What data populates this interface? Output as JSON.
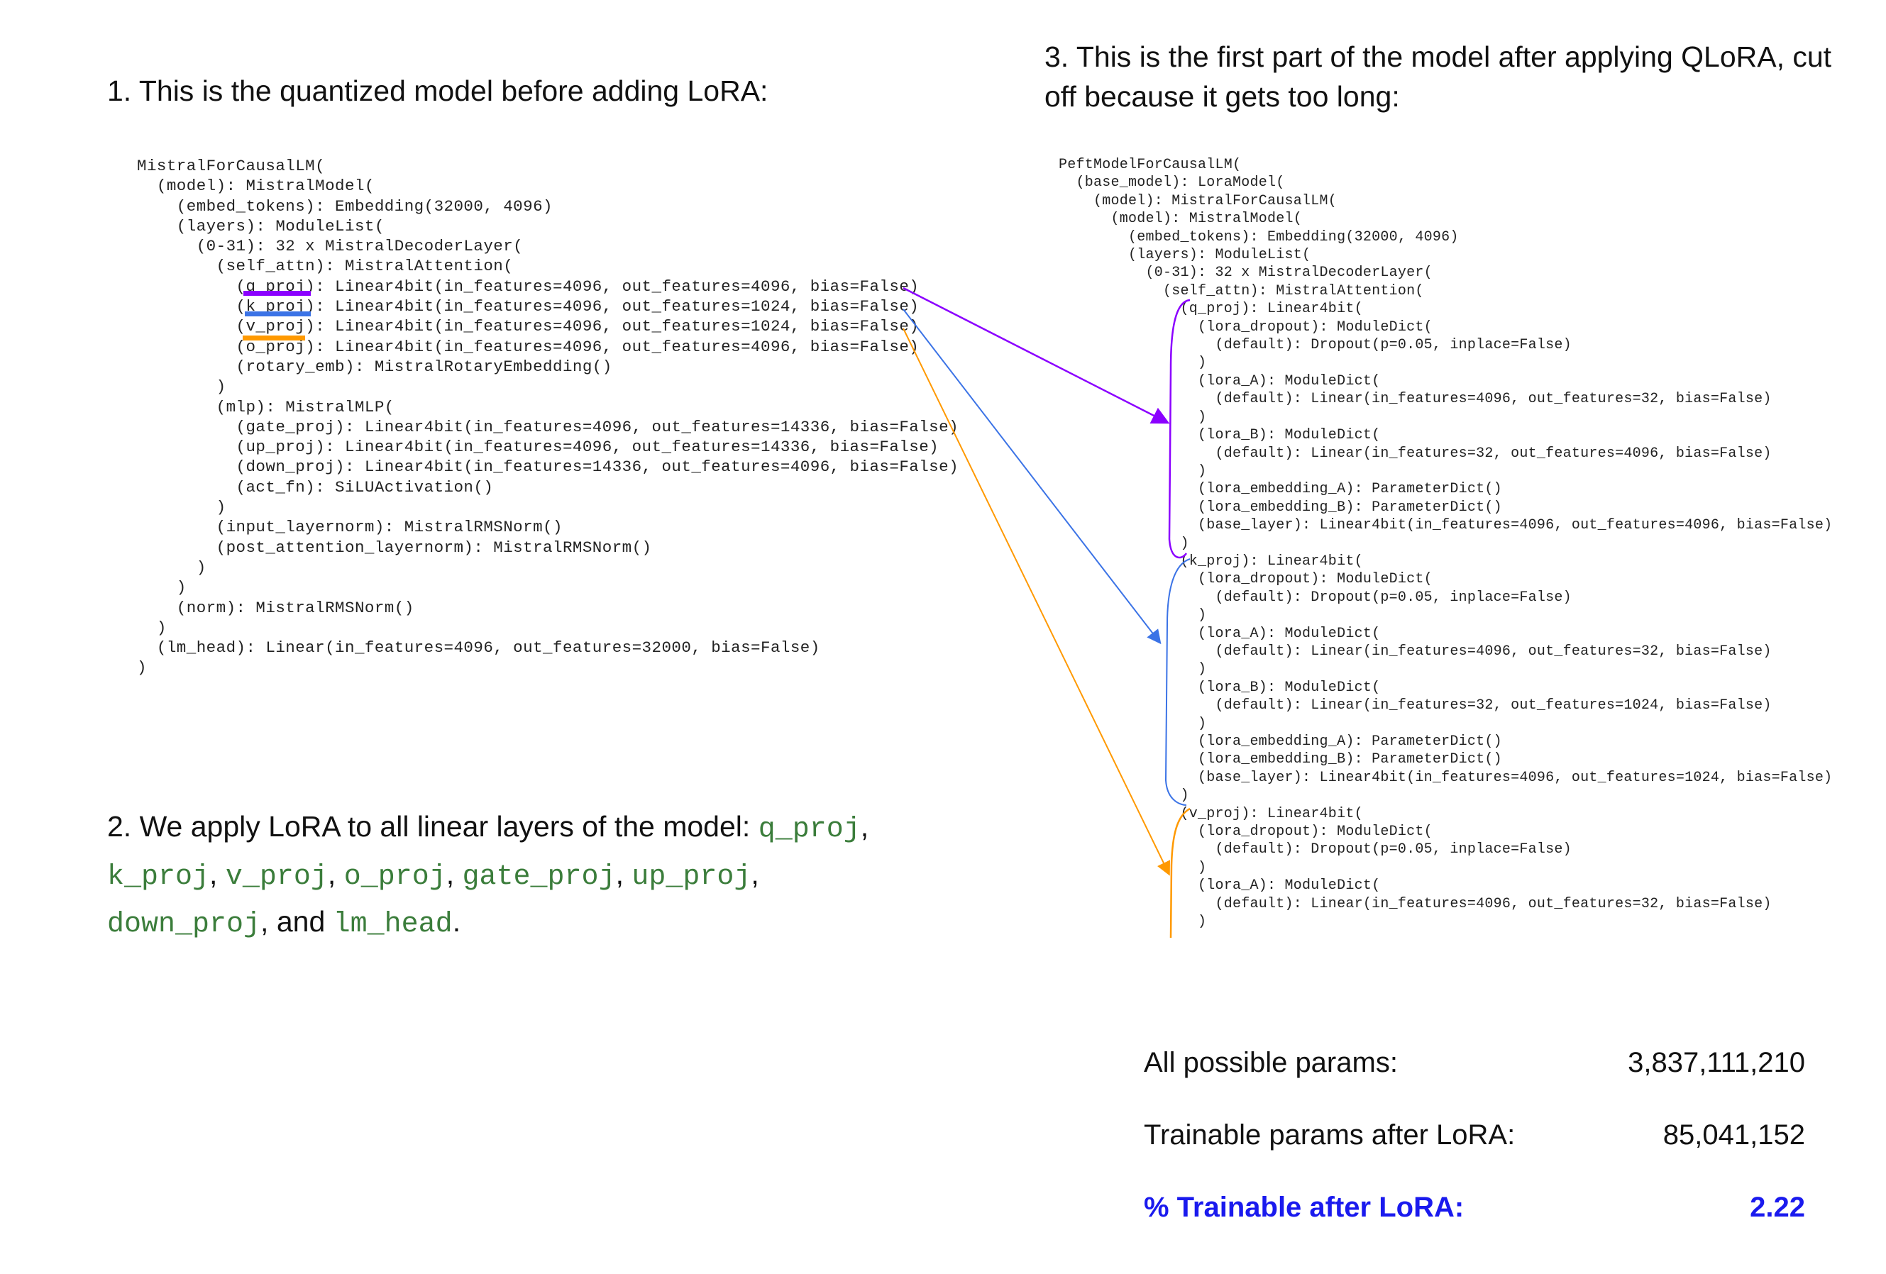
{
  "heading1": "1. This is the quantized model before adding LoRA:",
  "heading3": "3. This is the first part of the model after applying QLoRA, cut off because it gets too long:",
  "left_code": [
    "MistralForCausalLM(",
    "  (model): MistralModel(",
    "    (embed_tokens): Embedding(32000, 4096)",
    "    (layers): ModuleList(",
    "      (0-31): 32 x MistralDecoderLayer(",
    "        (self_attn): MistralAttention(",
    "          (q_proj): Linear4bit(in_features=4096, out_features=4096, bias=False)",
    "          (k_proj): Linear4bit(in_features=4096, out_features=1024, bias=False)",
    "          (v_proj): Linear4bit(in_features=4096, out_features=1024, bias=False)",
    "          (o_proj): Linear4bit(in_features=4096, out_features=4096, bias=False)",
    "          (rotary_emb): MistralRotaryEmbedding()",
    "        )",
    "        (mlp): MistralMLP(",
    "          (gate_proj): Linear4bit(in_features=4096, out_features=14336, bias=False)",
    "          (up_proj): Linear4bit(in_features=4096, out_features=14336, bias=False)",
    "          (down_proj): Linear4bit(in_features=14336, out_features=4096, bias=False)",
    "          (act_fn): SiLUActivation()",
    "        )",
    "        (input_layernorm): MistralRMSNorm()",
    "        (post_attention_layernorm): MistralRMSNorm()",
    "      )",
    "    )",
    "    (norm): MistralRMSNorm()",
    "  )",
    "  (lm_head): Linear(in_features=4096, out_features=32000, bias=False)",
    ")"
  ],
  "right_code": [
    "PeftModelForCausalLM(",
    "  (base_model): LoraModel(",
    "    (model): MistralForCausalLM(",
    "      (model): MistralModel(",
    "        (embed_tokens): Embedding(32000, 4096)",
    "        (layers): ModuleList(",
    "          (0-31): 32 x MistralDecoderLayer(",
    "            (self_attn): MistralAttention(",
    "              (q_proj): Linear4bit(",
    "                (lora_dropout): ModuleDict(",
    "                  (default): Dropout(p=0.05, inplace=False)",
    "                )",
    "                (lora_A): ModuleDict(",
    "                  (default): Linear(in_features=4096, out_features=32, bias=False)",
    "                )",
    "                (lora_B): ModuleDict(",
    "                  (default): Linear(in_features=32, out_features=4096, bias=False)",
    "                )",
    "                (lora_embedding_A): ParameterDict()",
    "                (lora_embedding_B): ParameterDict()",
    "                (base_layer): Linear4bit(in_features=4096, out_features=4096, bias=False)",
    "              )",
    "              (k_proj): Linear4bit(",
    "                (lora_dropout): ModuleDict(",
    "                  (default): Dropout(p=0.05, inplace=False)",
    "                )",
    "                (lora_A): ModuleDict(",
    "                  (default): Linear(in_features=4096, out_features=32, bias=False)",
    "                )",
    "                (lora_B): ModuleDict(",
    "                  (default): Linear(in_features=32, out_features=1024, bias=False)",
    "                )",
    "                (lora_embedding_A): ParameterDict()",
    "                (lora_embedding_B): ParameterDict()",
    "                (base_layer): Linear4bit(in_features=4096, out_features=1024, bias=False)",
    "              )",
    "              (v_proj): Linear4bit(",
    "                (lora_dropout): ModuleDict(",
    "                  (default): Dropout(p=0.05, inplace=False)",
    "                )",
    "                (lora_A): ModuleDict(",
    "                  (default): Linear(in_features=4096, out_features=32, bias=False)",
    "                )"
  ],
  "section2": {
    "intro": "2. We apply LoRA to all linear layers of the model: ",
    "layers": [
      "q_proj",
      "k_proj",
      "v_proj",
      "o_proj",
      "gate_proj",
      "up_proj",
      "down_proj",
      "lm_head"
    ],
    "comma": ",",
    "and": " and ",
    "period": "."
  },
  "stats": [
    {
      "label": "All possible params:",
      "value": "3,837,111,210"
    },
    {
      "label": "Trainable params after LoRA:",
      "value": "85,041,152"
    },
    {
      "label": "% Trainable after LoRA:",
      "value": "2.22"
    }
  ],
  "colors": {
    "q_proj": "#8b00ff",
    "k_proj": "#3b73e6",
    "v_proj": "#ff9900",
    "highlight": "#1a1aee",
    "code_green": "#3b7d3b"
  }
}
